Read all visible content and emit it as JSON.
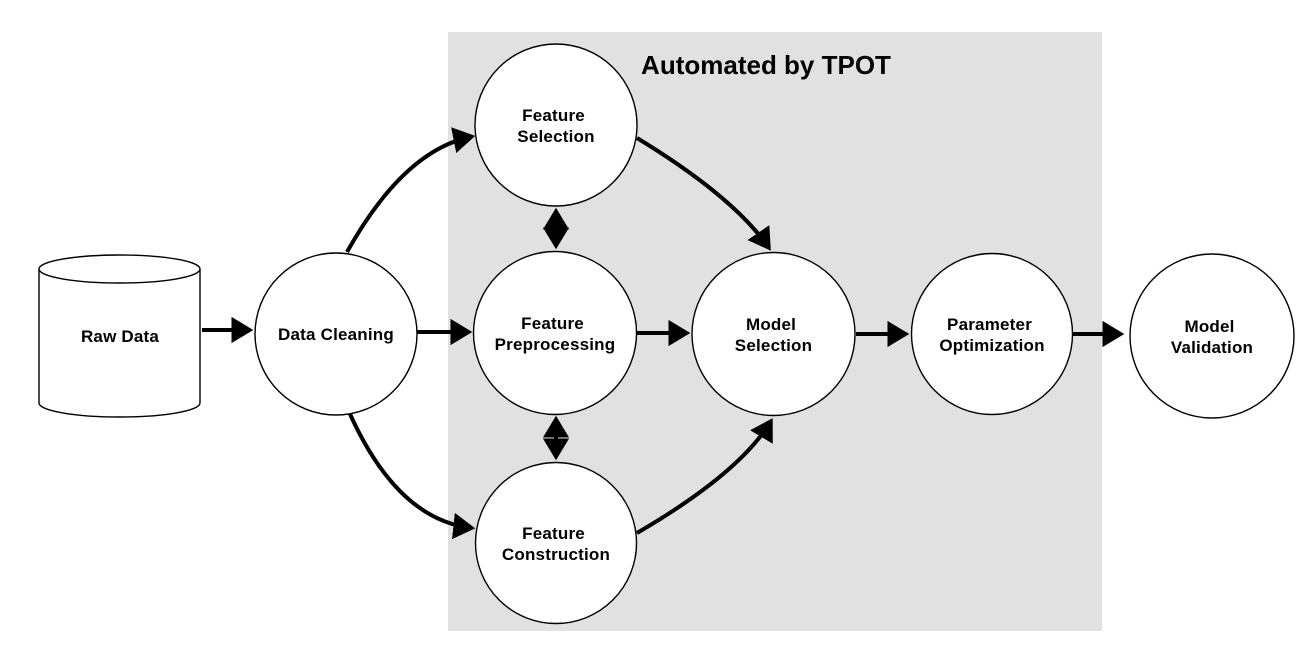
{
  "region": {
    "title": "Automated by TPOT"
  },
  "colors": {
    "background": "#ffffff",
    "region_fill": "#e1e1e1",
    "node_fill": "#ffffff",
    "line": "#000000",
    "text": "#000000"
  },
  "nodes": [
    {
      "id": "raw-data",
      "shape": "cylinder",
      "lines": [
        "Raw Data"
      ],
      "in_tpot_region": false
    },
    {
      "id": "data-cleaning",
      "shape": "circle",
      "lines": [
        "Data Cleaning"
      ],
      "in_tpot_region": false
    },
    {
      "id": "feature-selection",
      "shape": "circle",
      "lines": [
        "Feature",
        "Selection"
      ],
      "in_tpot_region": true
    },
    {
      "id": "feature-preprocessing",
      "shape": "circle",
      "lines": [
        "Feature",
        "Preprocessing"
      ],
      "in_tpot_region": true
    },
    {
      "id": "feature-construction",
      "shape": "circle",
      "lines": [
        "Feature",
        "Construction"
      ],
      "in_tpot_region": true
    },
    {
      "id": "model-selection",
      "shape": "circle",
      "lines": [
        "Model",
        "Selection"
      ],
      "in_tpot_region": true
    },
    {
      "id": "parameter-optimization",
      "shape": "circle",
      "lines": [
        "Parameter",
        "Optimization"
      ],
      "in_tpot_region": true
    },
    {
      "id": "model-validation",
      "shape": "circle",
      "lines": [
        "Model",
        "Validation"
      ],
      "in_tpot_region": false
    }
  ],
  "edges": [
    {
      "from": "raw-data",
      "to": "data-cleaning",
      "type": "directed"
    },
    {
      "from": "data-cleaning",
      "to": "feature-selection",
      "type": "directed"
    },
    {
      "from": "data-cleaning",
      "to": "feature-preprocessing",
      "type": "directed"
    },
    {
      "from": "data-cleaning",
      "to": "feature-construction",
      "type": "directed"
    },
    {
      "from": "feature-selection",
      "to": "feature-preprocessing",
      "type": "bidirectional"
    },
    {
      "from": "feature-preprocessing",
      "to": "feature-construction",
      "type": "bidirectional"
    },
    {
      "from": "feature-selection",
      "to": "model-selection",
      "type": "directed"
    },
    {
      "from": "feature-preprocessing",
      "to": "model-selection",
      "type": "directed"
    },
    {
      "from": "feature-construction",
      "to": "model-selection",
      "type": "directed"
    },
    {
      "from": "model-selection",
      "to": "parameter-optimization",
      "type": "directed"
    },
    {
      "from": "parameter-optimization",
      "to": "model-validation",
      "type": "directed"
    }
  ]
}
